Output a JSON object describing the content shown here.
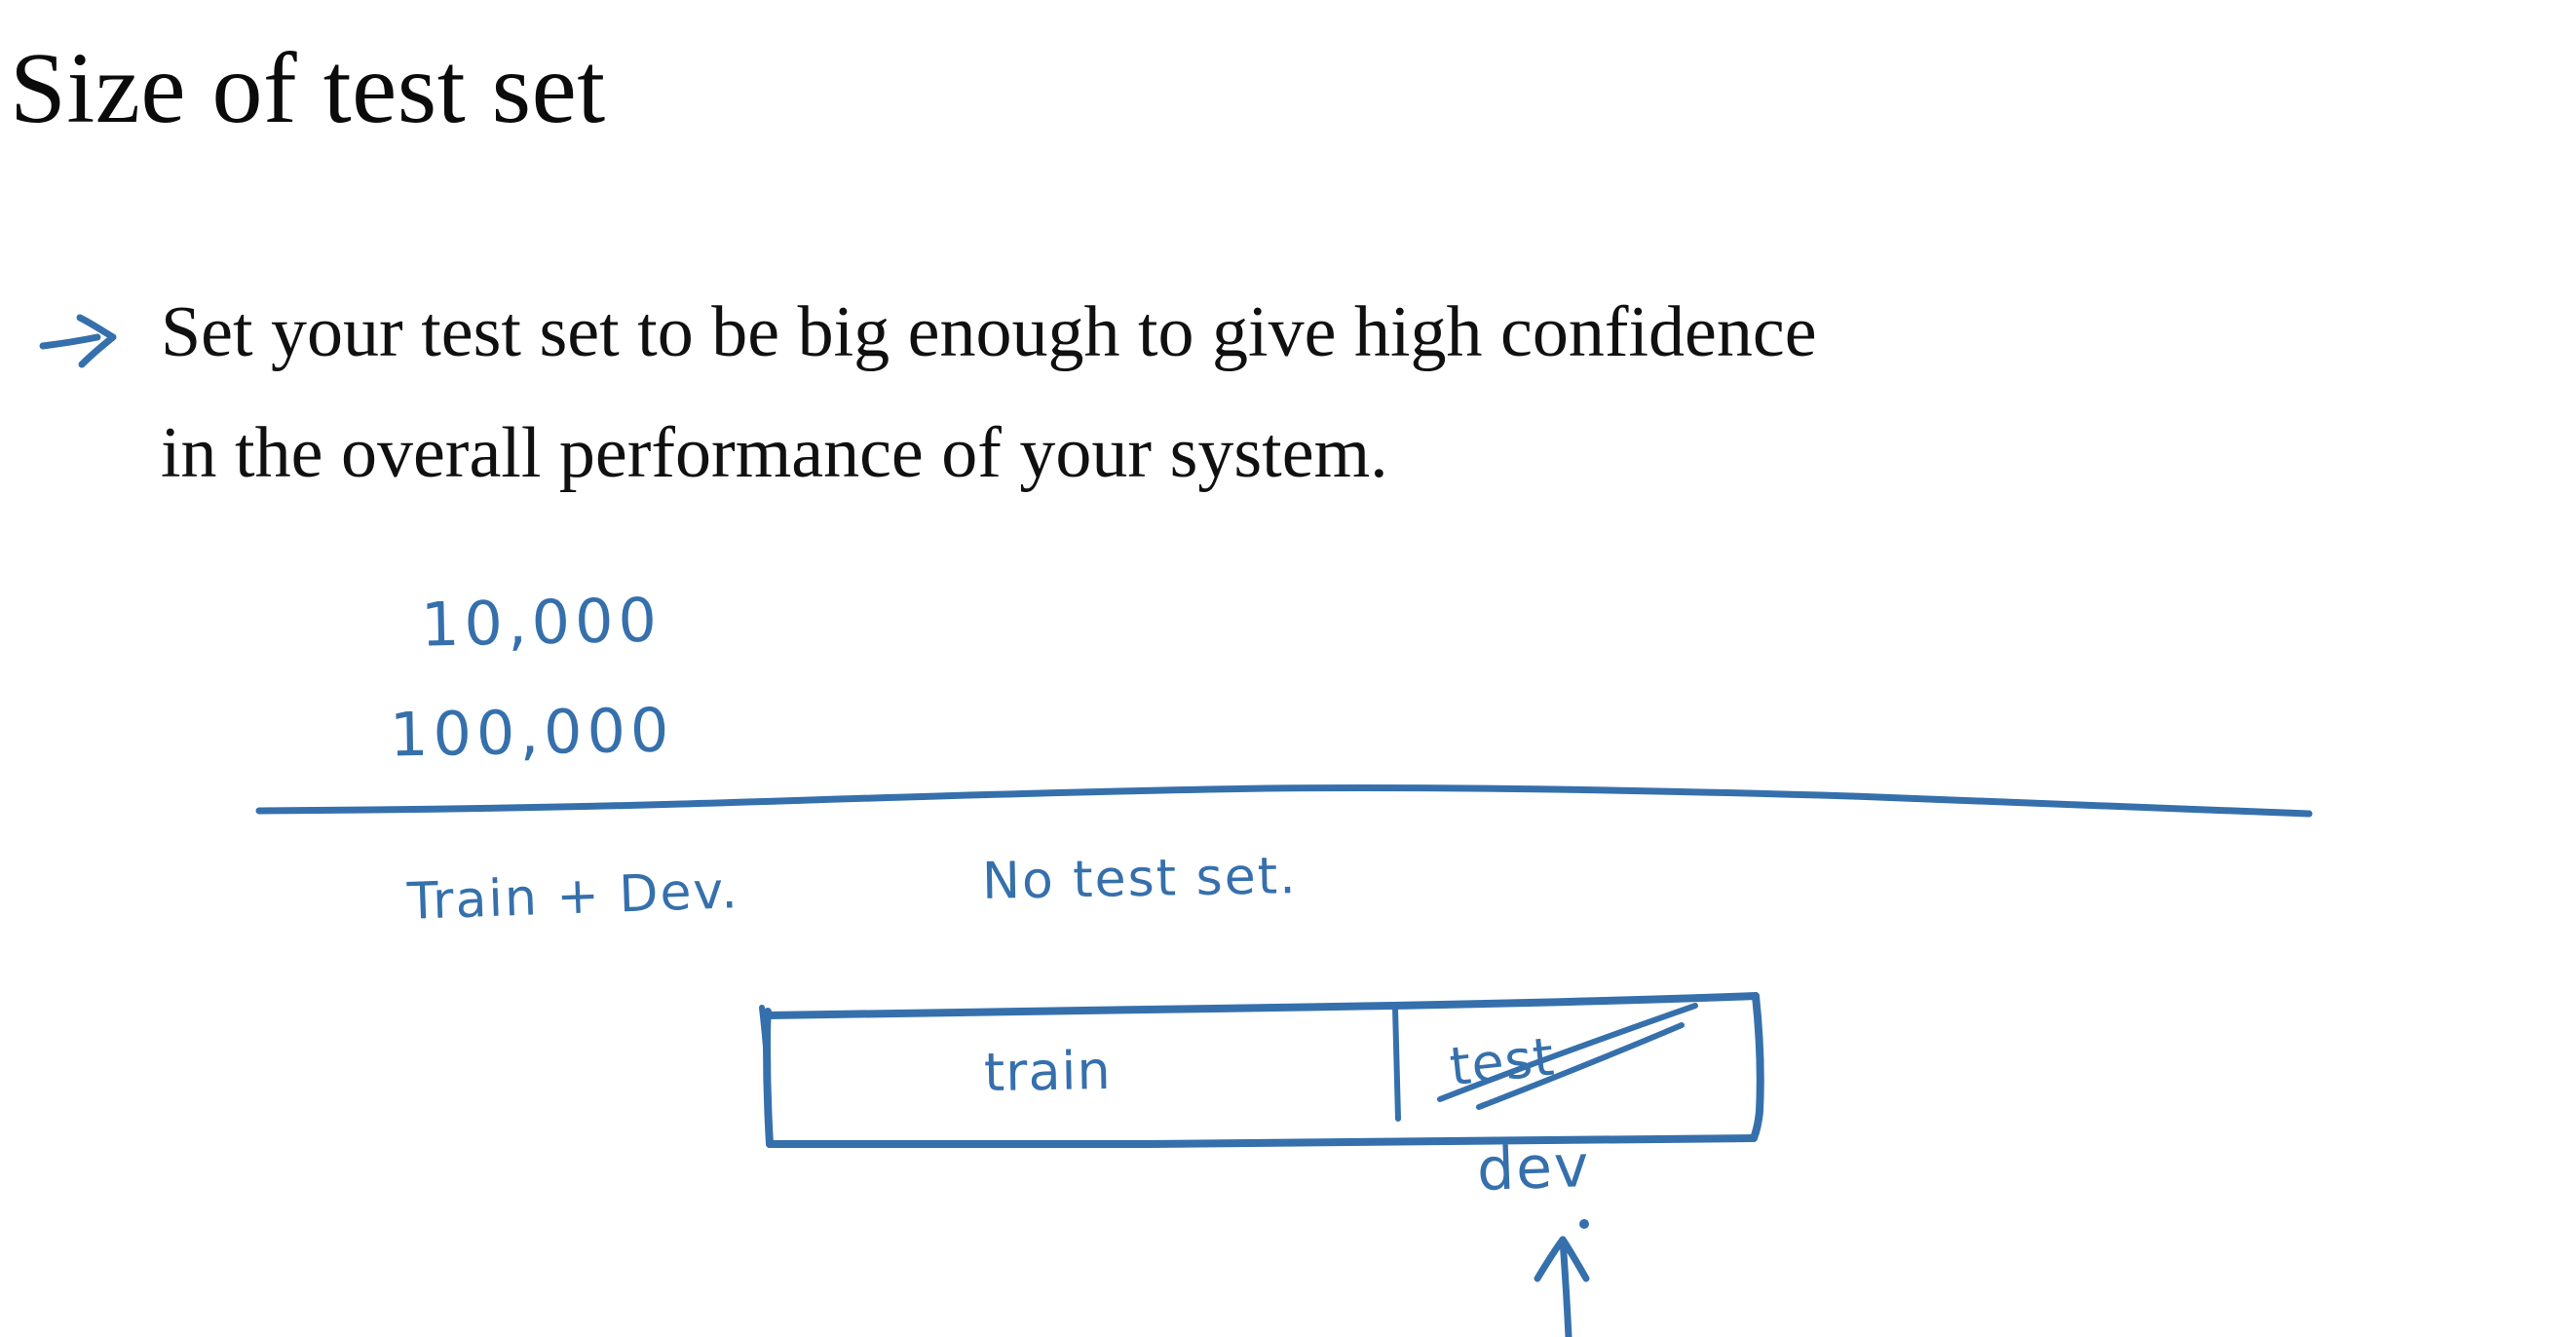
{
  "slide": {
    "title": "Size of test set",
    "background_color": "#ffffff",
    "text_color": "#101010",
    "ink_color": "#3670ac"
  },
  "bullet": {
    "marker_icon": "hand-drawn-arrow-icon",
    "line_1": "Set your test set to be big enough to give high confidence",
    "line_2": "in the overall performance of your system."
  },
  "annotations": {
    "number_10k": "10,000",
    "number_100k": "100,000",
    "divider_label": "hand-drawn-horizontal-curve",
    "train_dev_label": "Train + Dev.",
    "no_test_set_label": "No test set.",
    "dev_label": "dev",
    "dev_arrow_icon": "hand-drawn-up-arrow-icon"
  },
  "split_box": {
    "train_label": "train",
    "test_label": "test",
    "test_struck_through": true
  }
}
